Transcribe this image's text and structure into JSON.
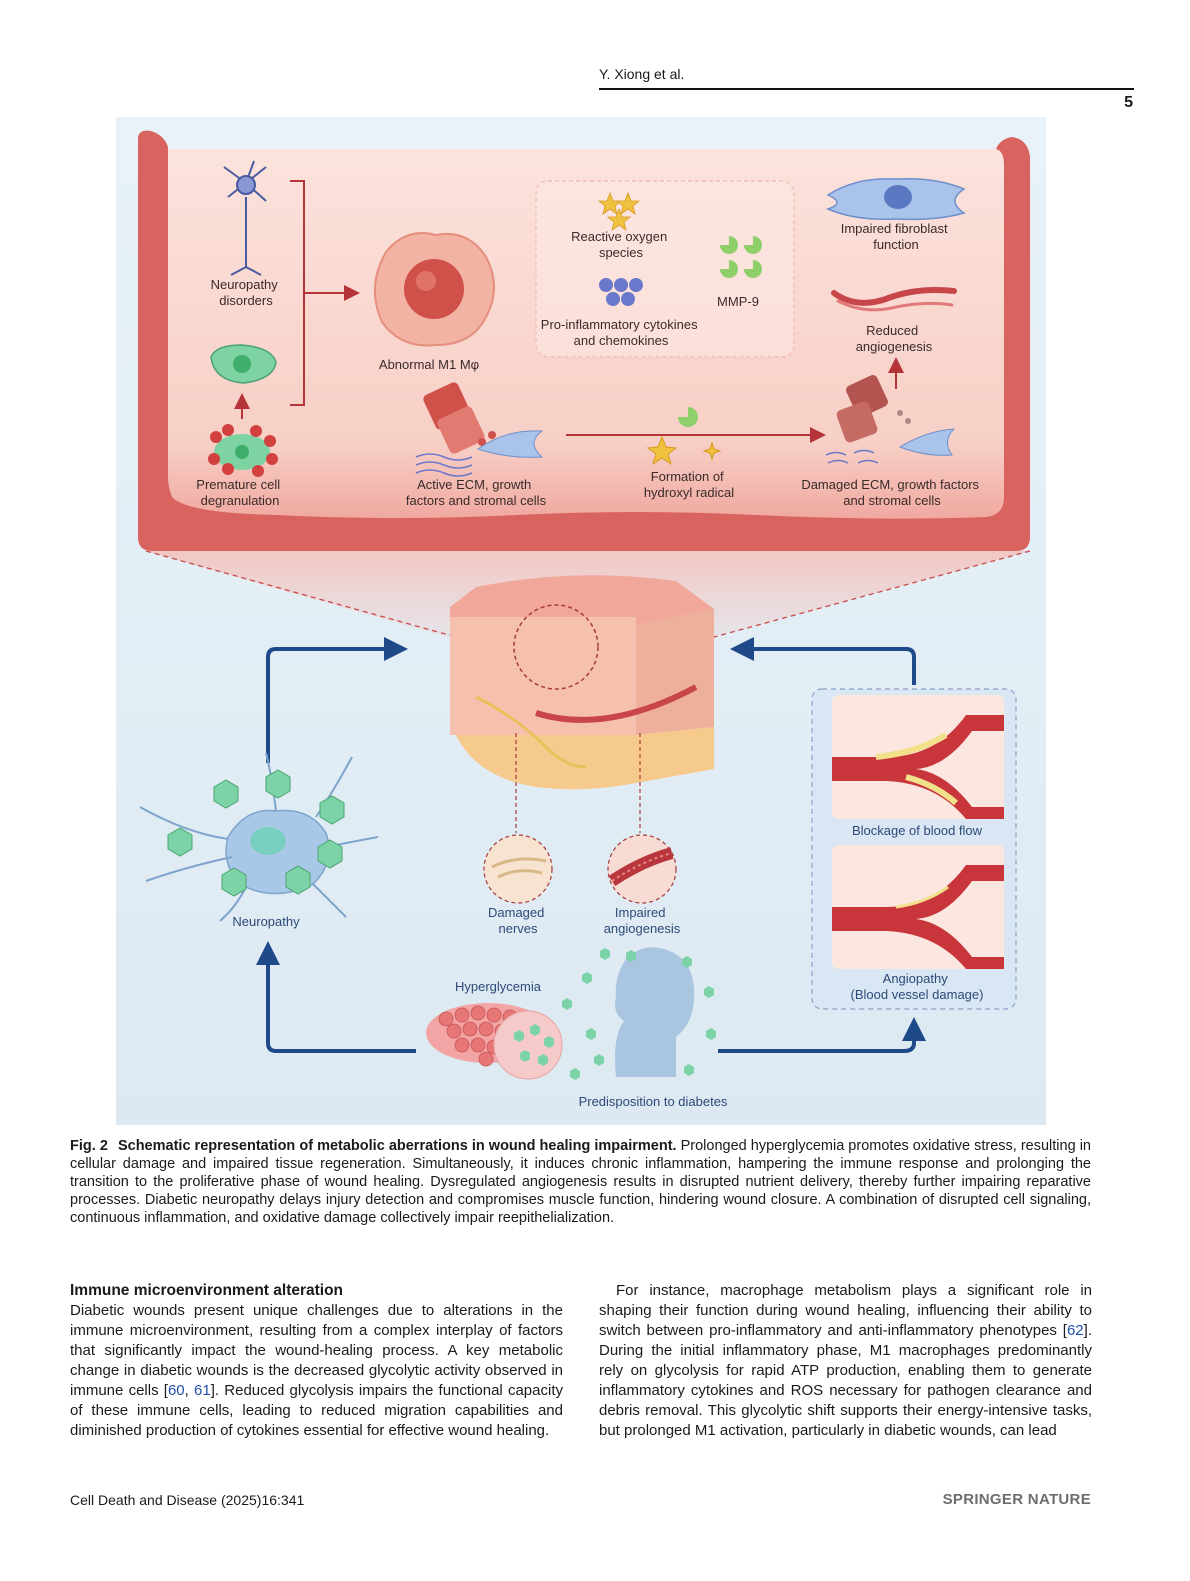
{
  "header": {
    "running_head": "Y. Xiong et al.",
    "page_number": "5"
  },
  "figure": {
    "top_panel": {
      "neuropathy_disorders": [
        "Neuropathy",
        "disorders"
      ],
      "premature_cell": [
        "Premature cell",
        "degranulation"
      ],
      "abnormal_m1": "Abnormal M1 Mφ",
      "ros": [
        "Reactive oxygen",
        "species"
      ],
      "mmp9": "MMP-9",
      "cytokines": [
        "Pro-inflammatory cytokines",
        "and chemokines"
      ],
      "fibroblast": [
        "Impaired fibroblast",
        "function"
      ],
      "reduced_angio": [
        "Reduced",
        "angiogenesis"
      ],
      "active_ecm": [
        "Active ECM, growth",
        "factors and stromal cells"
      ],
      "hydroxyl": [
        "Formation of",
        "hydroxyl radical"
      ],
      "damaged_ecm": [
        "Damaged ECM, growth factors",
        "and stromal cells"
      ]
    },
    "bottom_panel": {
      "neuropathy": "Neuropathy",
      "damaged_nerves": [
        "Damaged",
        "nerves"
      ],
      "impaired_angio": [
        "Impaired",
        "angiogenesis"
      ],
      "blockage": "Blockage of blood flow",
      "angiopathy": [
        "Angiopathy",
        "(Blood vessel damage)"
      ],
      "hyperglycemia": "Hyperglycemia",
      "predisposition": "Predisposition to diabetes"
    }
  },
  "caption": {
    "label": "Fig. 2",
    "title": "Schematic representation of metabolic aberrations in wound healing impairment.",
    "text": "Prolonged hyperglycemia promotes oxidative stress, resulting in cellular damage and impaired tissue regeneration. Simultaneously, it induces chronic inflammation, hampering the immune response and prolonging the transition to the proliferative phase of wound healing. Dysregulated angiogenesis results in disrupted nutrient delivery, thereby further impairing reparative processes. Diabetic neuropathy delays injury detection and compromises muscle function, hindering wound closure. A combination of disrupted cell signaling, continuous inflammation, and oxidative damage collectively impair reepithelialization."
  },
  "left_column": {
    "section_title": "Immune microenvironment alteration",
    "para_before_ref": "Diabetic wounds present unique challenges due to alterations in the immune microenvironment, resulting from a complex interplay of factors that significantly impact the wound-healing process. A key metabolic change in diabetic wounds is the decreased glycolytic activity observed in immune cells [",
    "ref1": "60",
    "ref_sep": ", ",
    "ref2": "61",
    "para_after_ref": "]. Reduced glycolysis impairs the functional capacity of these immune cells, leading to reduced migration capabilities and diminished production of cytokines essential for effective wound healing."
  },
  "right_column": {
    "para_before_ref": "For instance, macrophage metabolism plays a significant role in shaping their function during wound healing, influencing their ability to switch between pro-inflammatory and anti-inflammatory phenotypes [",
    "ref": "62",
    "para_after_ref": "]. During the initial inflammatory phase, M1 macrophages predominantly rely on glycolysis for rapid ATP production, enabling them to generate inflammatory cytokines and ROS necessary for pathogen clearance and debris removal. This glycolytic shift supports their energy-intensive tasks, but prolonged M1 activation, particularly in diabetic wounds, can lead"
  },
  "footer": {
    "journal": "Cell Death and Disease (2025)16:341",
    "publisher": "SPRINGER NATURE"
  },
  "colors": {
    "panel_red": "#d9645f",
    "panel_pink": "#f8d0c8",
    "arrow_blue": "#1f4a8a",
    "figure_bg": "#e4f0f7"
  }
}
